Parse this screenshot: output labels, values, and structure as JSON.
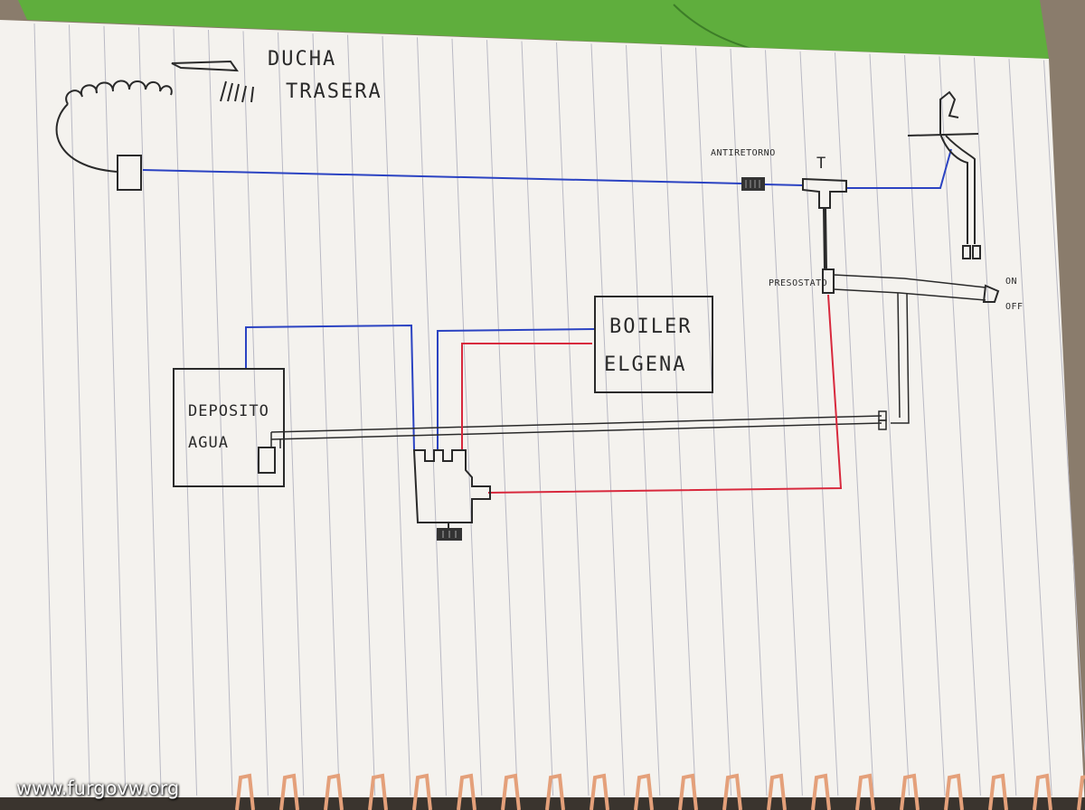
{
  "labels": {
    "shower": [
      "DUCHA",
      "TRASERA"
    ],
    "check_valve": "ANTIRETORNO",
    "tee": "T",
    "pressure_switch": "PRESOSTATO",
    "switch_on": "ON",
    "switch_off": "OFF",
    "boiler": [
      "BOILER",
      "ELGENA"
    ],
    "tank": [
      "DEPOSITO",
      "AGUA"
    ]
  },
  "watermark": "www.furgovw.org",
  "colors": {
    "cold_water": "#2b43c2",
    "hot_water": "#d8293d",
    "wiring": "#2a2a2a",
    "paper": "#f4f2ee",
    "rule_lines": "#b9b9c4",
    "folder": "#5fae3d",
    "spiral": "#e4a07a"
  }
}
